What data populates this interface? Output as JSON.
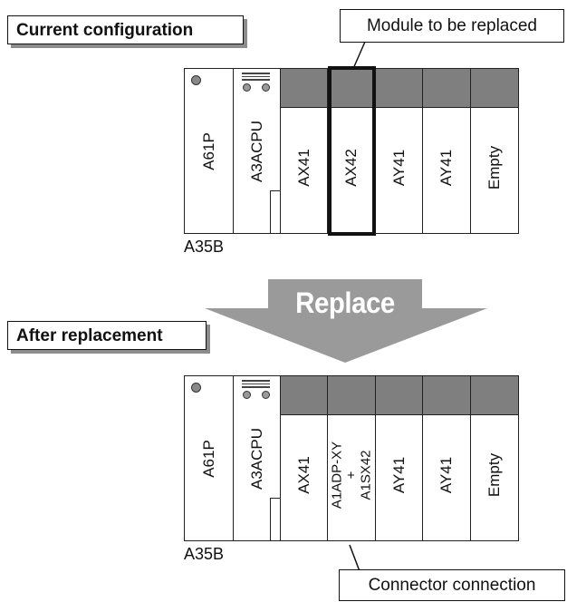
{
  "labels": {
    "current": "Current configuration",
    "after": "After replacement",
    "module_to_replace": "Module to be replaced",
    "connector": "Connector connection",
    "replace_arrow": "Replace"
  },
  "current_rack": {
    "base": "A35B",
    "modules": [
      "A61P",
      "A3ACPU",
      "AX41",
      "AX42",
      "AY41",
      "AY41",
      "Empty"
    ]
  },
  "after_rack": {
    "base": "A35B",
    "modules": [
      "A61P",
      "A3ACPU",
      "AX41",
      "A1ADP-XY\n+\nA1SX42",
      "AY41",
      "AY41",
      "Empty"
    ]
  },
  "colors": {
    "cap_gray": "#7f7f7f",
    "arrow_gray": "#9a9a9a",
    "shadow_gray": "#8c8c8c"
  }
}
